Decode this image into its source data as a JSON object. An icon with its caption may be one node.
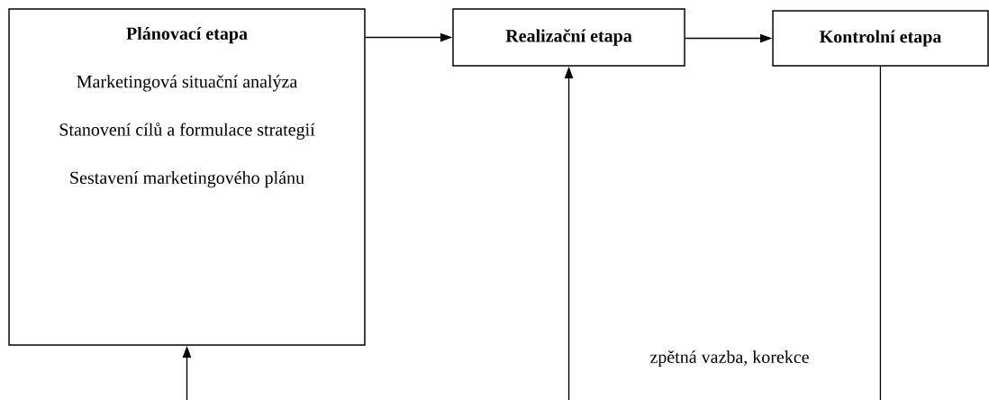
{
  "diagram": {
    "nodes": [
      {
        "text": [
          "Plánovací etapa",
          "Marketingová situační analýza",
          "Stanovení cílů a formulace strategií",
          "Sestavení marketingového plánu"
        ]
      },
      {
        "text": [
          "Realizační etapa"
        ]
      },
      {
        "text": [
          "Kontrolní etapa"
        ]
      }
    ],
    "edges": [
      {
        "from": 0,
        "to": 1,
        "arrow": "to"
      },
      {
        "from": 1,
        "to": 2,
        "arrow": "to"
      },
      {
        "from": null,
        "to": 0,
        "arrow": "to"
      },
      {
        "from": null,
        "to": 1,
        "arrow": "to"
      },
      {
        "from": 2,
        "to": null,
        "arrow": "none"
      }
    ],
    "labels": [
      "zpětná vazba, korekce"
    ]
  }
}
